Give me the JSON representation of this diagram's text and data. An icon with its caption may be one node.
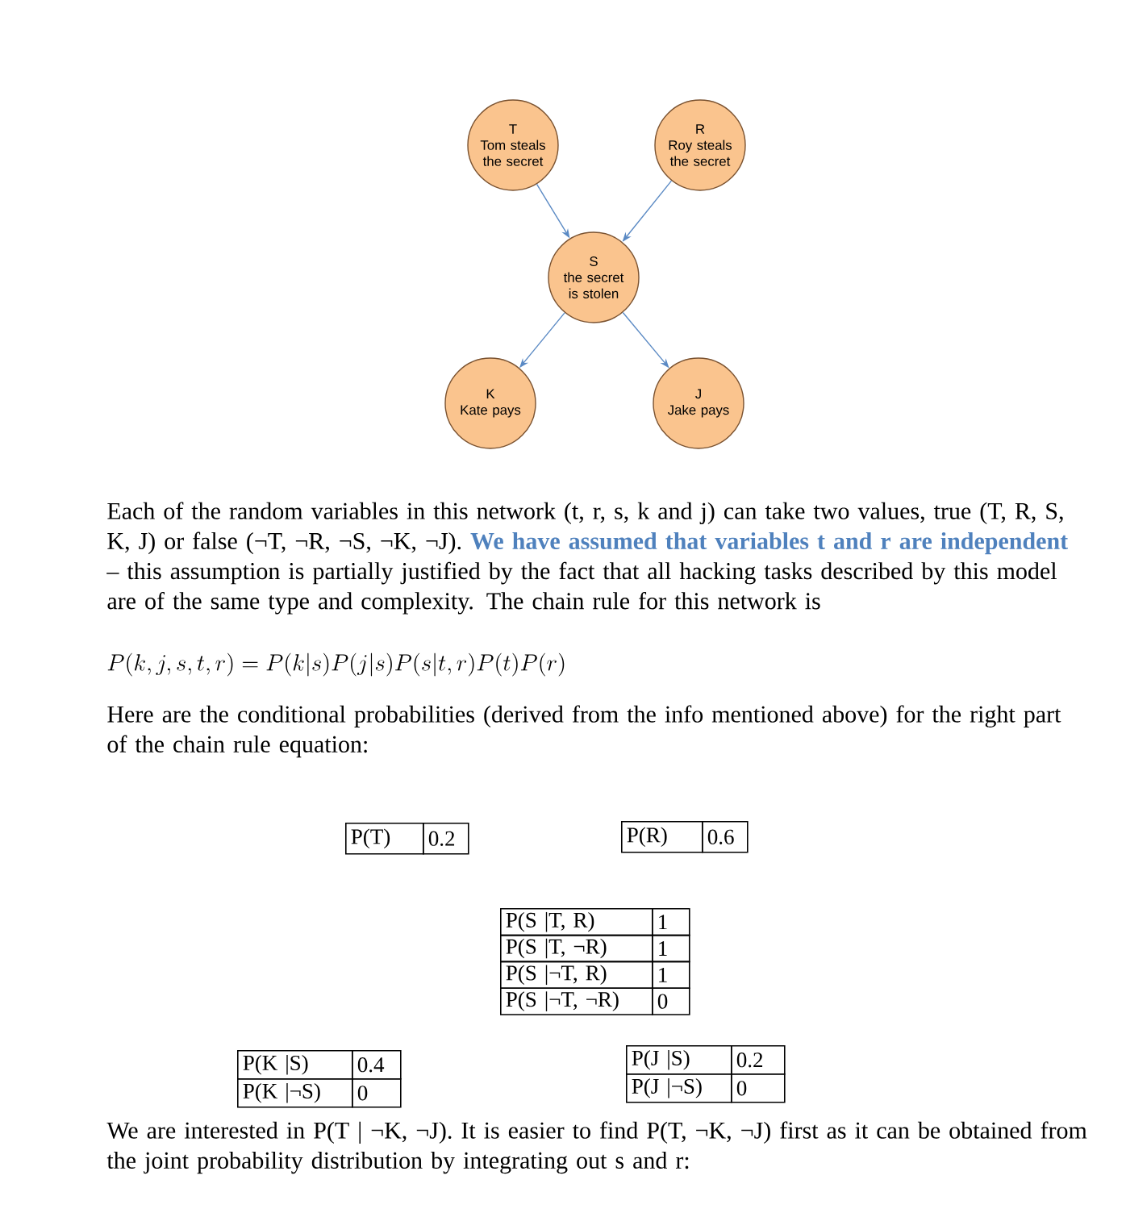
{
  "diagram": {
    "nodes": [
      {
        "text": [
          "T",
          "Tom steals the secret"
        ]
      },
      {
        "text": [
          "R",
          "Roy steals the secret"
        ]
      },
      {
        "text": [
          "S",
          "the secret is stolen"
        ]
      },
      {
        "text": [
          "K",
          "Kate pays"
        ]
      },
      {
        "text": [
          "J",
          "Jake pays"
        ]
      }
    ],
    "edges": [
      {
        "from": 0,
        "to": 2,
        "arrow": "to"
      },
      {
        "from": 1,
        "to": 2,
        "arrow": "to"
      },
      {
        "from": 2,
        "to": 3,
        "arrow": "to"
      },
      {
        "from": 2,
        "to": 4,
        "arrow": "to"
      }
    ],
    "labels": [
      "Each of the random variables in this network (t, r, s, k and j) can take two values, true (T, R, S, K, J) or false (¬T, ¬R, ¬S, ¬K, ¬J). **We have assumed that variables t and r are independent** – this assumption is partially justified by the fact that all hacking tasks described by this model are of the same type and complexity. The chain rule for this network is",
      "P(k,j,s,t,r)=P(k|s)P(j|s)P(s|t,r)P(t)P(r)",
      "Here are the conditional probabilities (derived from the info mentioned above) for the right part of the chain rule equation:",
      "P(T)",
      "0.2",
      "P(R)",
      "0.6",
      "P(S |T, R)",
      "1",
      "P(S |T, ¬R)",
      "1",
      "P(S |¬T, R)",
      "1",
      "P(S |¬T, ¬R)",
      "0",
      "P(K |S)",
      "0.4",
      "P(K |¬S)",
      "0",
      "P(J |S)",
      "0.2",
      "P(J |¬S)",
      "0",
      "We are interested in P(T | ¬K, ¬J). It is easier to find P(T, ¬K, ¬J) first as it can be obtained from the joint probability distribution by integrating out s and r:"
    ]
  }
}
